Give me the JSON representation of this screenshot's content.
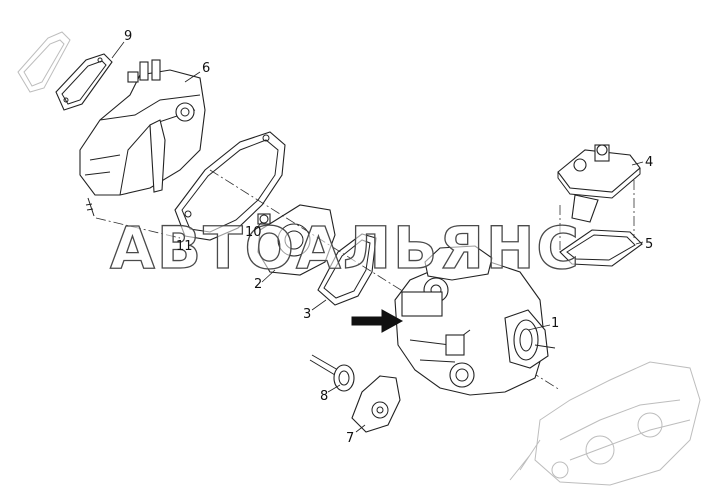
{
  "watermark": "АВТОАЛЬЯНС",
  "callouts": [
    {
      "id": "c1",
      "label": "1"
    },
    {
      "id": "c2",
      "label": "2"
    },
    {
      "id": "c3",
      "label": "3"
    },
    {
      "id": "c4",
      "label": "4"
    },
    {
      "id": "c5",
      "label": "5"
    },
    {
      "id": "c6",
      "label": "6"
    },
    {
      "id": "c7",
      "label": "7"
    },
    {
      "id": "c8",
      "label": "8"
    },
    {
      "id": "c9",
      "label": "9"
    },
    {
      "id": "c10",
      "label": "10"
    },
    {
      "id": "c11",
      "label": "11"
    }
  ]
}
